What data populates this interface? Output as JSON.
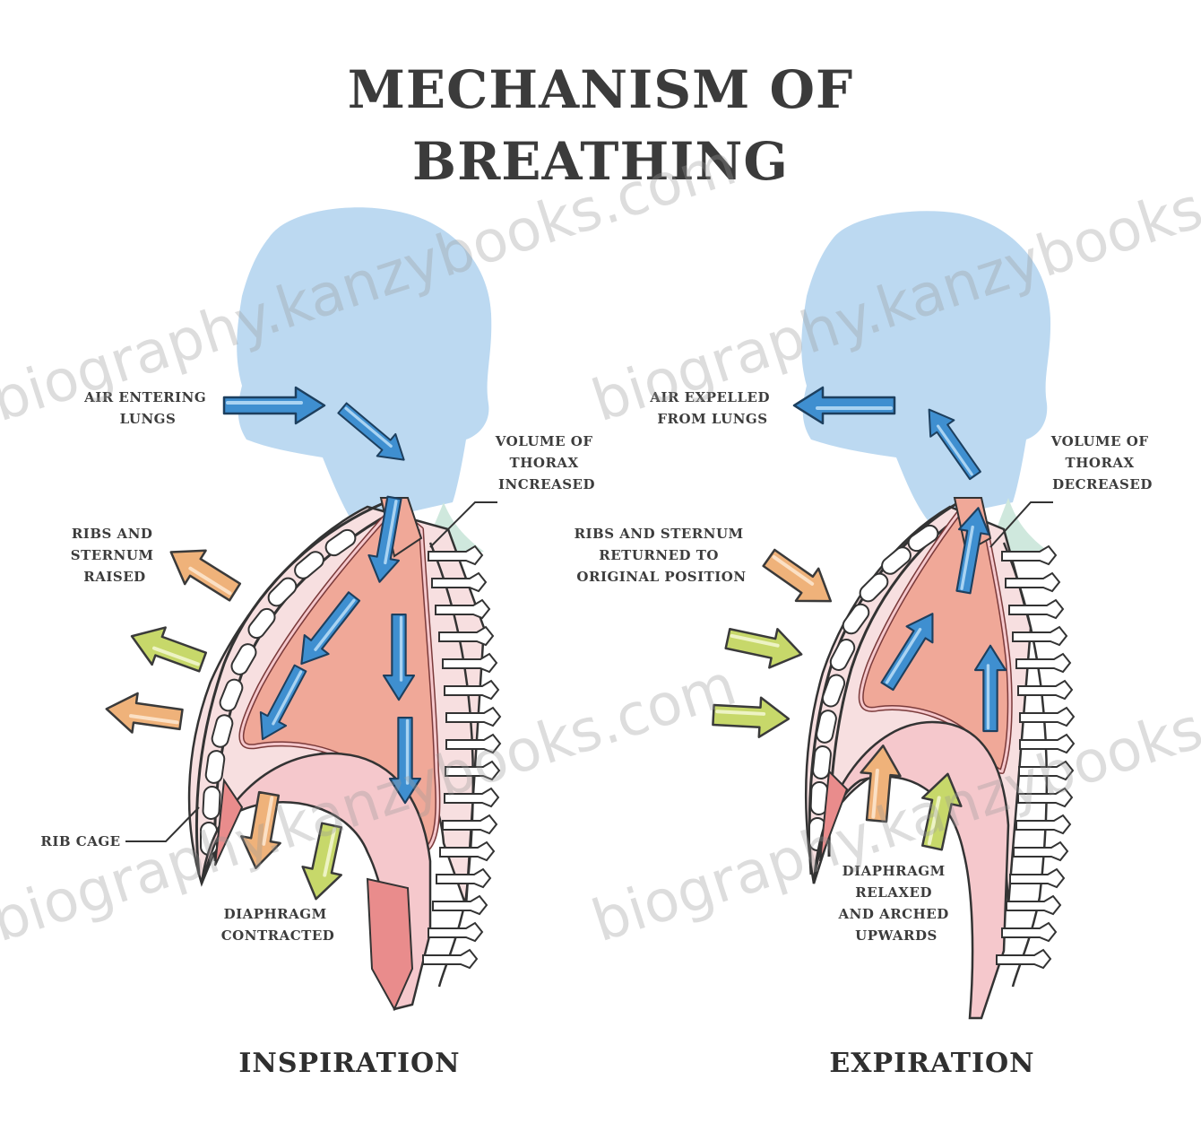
{
  "title": {
    "line1": "MECHANISM OF",
    "line2": "BREATHING"
  },
  "watermark": "biography.kanzybooks.com",
  "inspiration": {
    "caption": "INSPIRATION",
    "label_air": [
      "AIR ENTERING",
      "LUNGS"
    ],
    "label_volume": [
      "VOLUME OF",
      "THORAX",
      "INCREASED"
    ],
    "label_ribs": [
      "RIBS AND",
      "STERNUM",
      "RAISED"
    ],
    "label_ribcage": "RIB CAGE",
    "label_diaphragm": [
      "DIAPHRAGM",
      "CONTRACTED"
    ]
  },
  "expiration": {
    "caption": "EXPIRATION",
    "label_air": [
      "AIR EXPELLED",
      "FROM LUNGS"
    ],
    "label_volume": [
      "VOLUME OF",
      "THORAX",
      "DECREASED"
    ],
    "label_ribs": [
      "RIBS AND STERNUM",
      "RETURNED TO",
      "ORIGINAL POSITION"
    ],
    "label_diaphragm": [
      "DIAPHRAGM",
      "RELAXED",
      "AND ARCHED",
      "UPWARDS"
    ]
  },
  "colors": {
    "head": "#bcd9f1",
    "neck_green": "#cfe8dd",
    "lung": "#f0a898",
    "pleura": "#f5c8cc",
    "skin": "#f7dfe0",
    "outline": "#333333",
    "air_arrow": "#3f8fd0",
    "orange_arrow": "#efb27a",
    "green_arrow": "#c7d86a"
  }
}
